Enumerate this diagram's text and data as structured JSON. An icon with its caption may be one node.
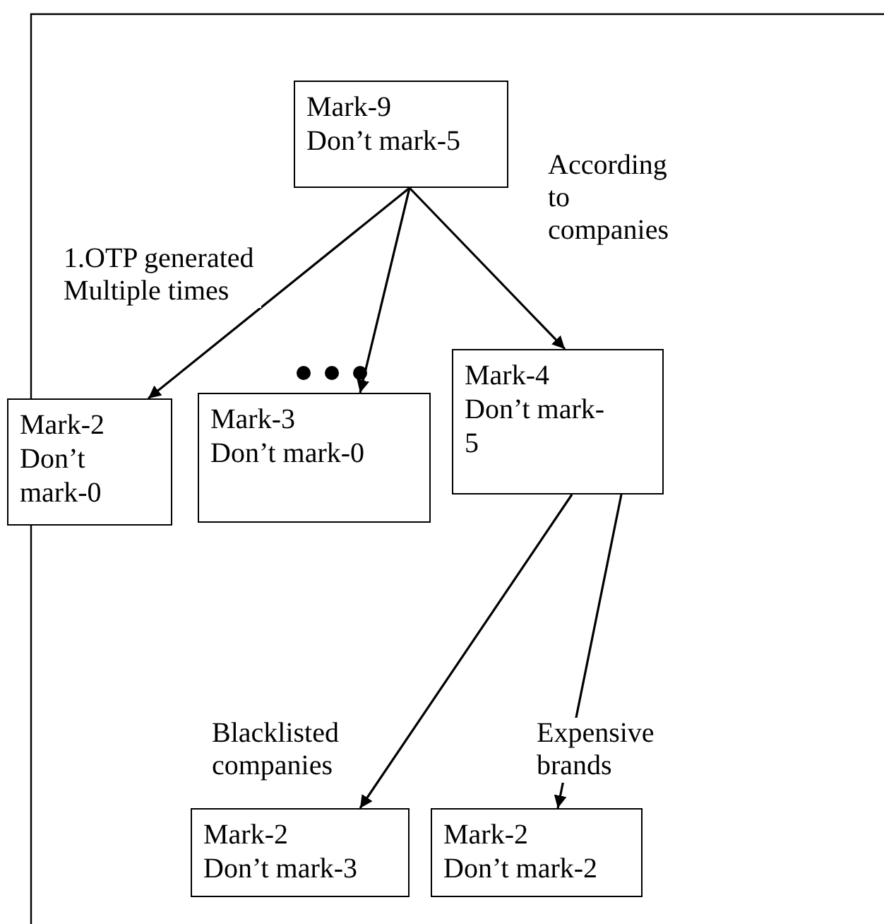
{
  "diagram": {
    "nodes": [
      {
        "text": [
          "Mark-9",
          "Don’t mark-5"
        ]
      },
      {
        "text": [
          "Mark-2",
          "Don’t mark-0"
        ]
      },
      {
        "text": [
          "Mark-3",
          "Don’t mark-0"
        ]
      },
      {
        "text": [
          "Mark-4",
          "Don’t mark-5"
        ]
      },
      {
        "text": [
          "Mark-2",
          "Don’t mark-3"
        ]
      },
      {
        "text": [
          "Mark-2",
          "Don’t mark-2"
        ]
      }
    ],
    "edges": [
      {
        "from": 0,
        "to": 1,
        "arrow": "to",
        "label": "1.OTP generated Multiple times"
      },
      {
        "from": 0,
        "to": 2,
        "arrow": "to"
      },
      {
        "from": 0,
        "to": 3,
        "arrow": "to",
        "label": "According to companies"
      },
      {
        "from": 3,
        "to": 4,
        "arrow": "to",
        "label": "Blacklisted companies"
      },
      {
        "from": 3,
        "to": 5,
        "arrow": "to",
        "label": "Expensive brands"
      }
    ]
  }
}
